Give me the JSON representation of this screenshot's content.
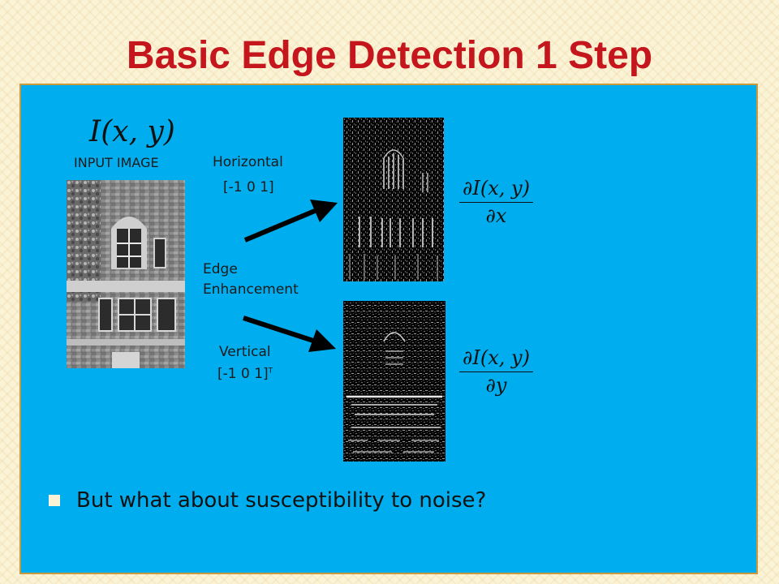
{
  "slide": {
    "title": "Basic Edge Detection 1 Step"
  },
  "diagram": {
    "input_function": "I(x, y)",
    "input_label": "INPUT IMAGE",
    "horizontal_label": "Horizontal",
    "horizontal_kernel": "[-1 0 1]",
    "middle_label_line1": "Edge",
    "middle_label_line2": "Enhancement",
    "vertical_label": "Vertical",
    "vertical_kernel": "[-1 0 1]",
    "vertical_kernel_sup": "T",
    "dx_numerator": "∂I(x, y)",
    "dx_denominator": "∂x",
    "dy_numerator": "∂I(x, y)",
    "dy_denominator": "∂y"
  },
  "bullets": [
    "But what about susceptibility to noise?"
  ],
  "colors": {
    "background": "#fbf3d6",
    "panel": "#00aeef",
    "panel_border": "#c9993e",
    "title": "#c4161c"
  }
}
